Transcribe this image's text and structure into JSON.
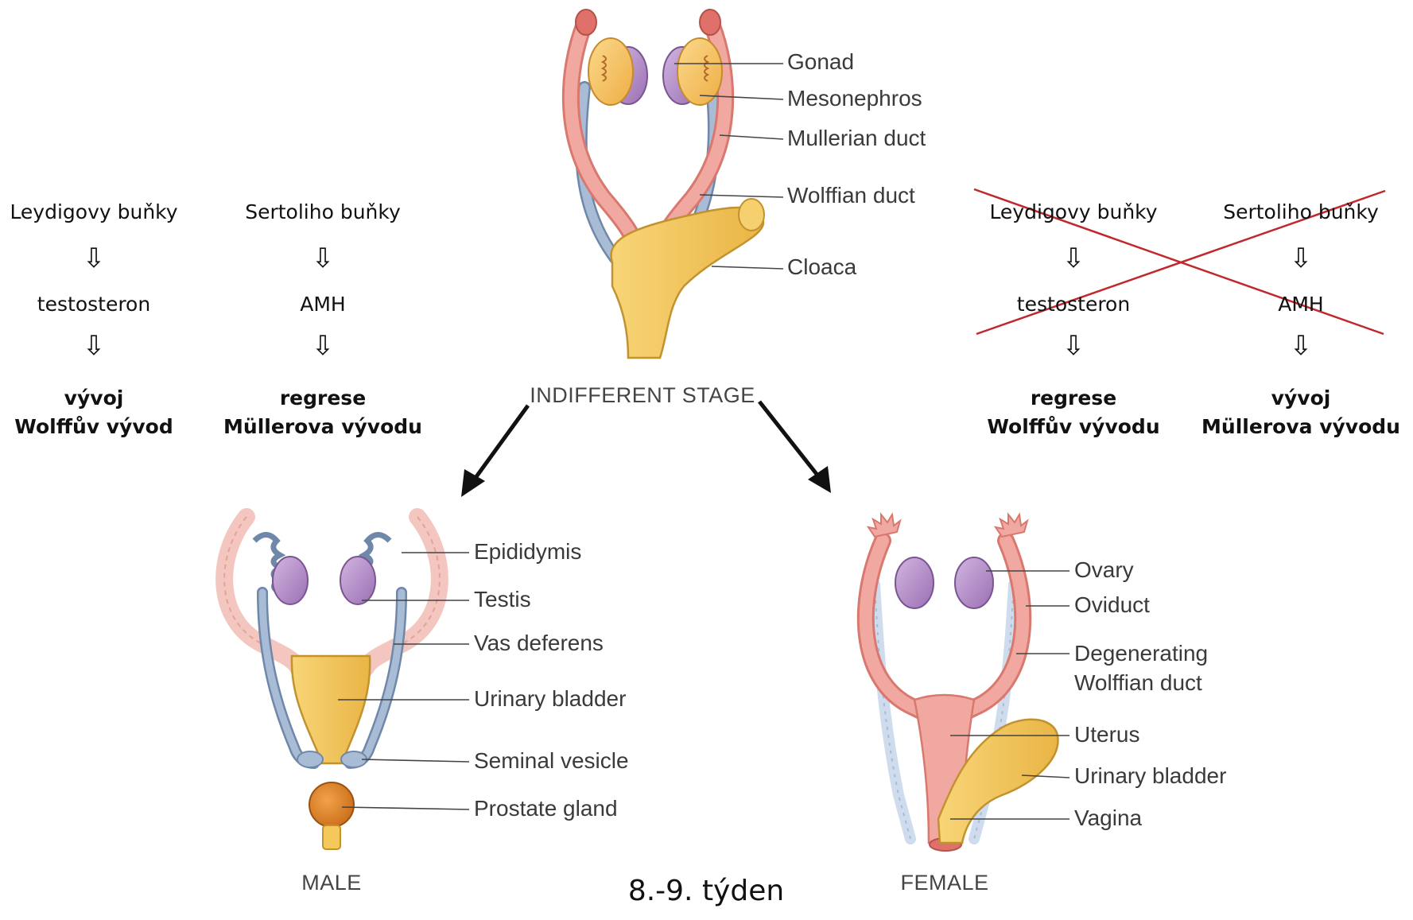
{
  "left_flow": {
    "col1": {
      "cell": "Leydigovy buňky",
      "hormone": "testosteron",
      "result_line1": "vývoj",
      "result_line2": "Wolffův vývod"
    },
    "col2": {
      "cell": "Sertoliho buňky",
      "hormone": "AMH",
      "result_line1": "regrese",
      "result_line2": "Müllerova vývodu"
    }
  },
  "right_flow": {
    "col1": {
      "cell": "Leydigovy buňky",
      "hormone": "testosteron",
      "result_line1": "regrese",
      "result_line2": "Wolffův vývodu"
    },
    "col2": {
      "cell": "Sertoliho buňky",
      "hormone": "AMH",
      "result_line1": "vývoj",
      "result_line2": "Müllerova vývodu"
    },
    "cross_color": "#c0282d"
  },
  "arrow_glyph": "⇩",
  "indifferent": {
    "title": "INDIFFERENT STAGE",
    "labels": [
      "Gonad",
      "Mesonephros",
      "Mullerian duct",
      "Wolffian duct",
      "Cloaca"
    ]
  },
  "male": {
    "title": "MALE",
    "labels": [
      "Epididymis",
      "Testis",
      "Vas deferens",
      "Urinary bladder",
      "Seminal vesicle",
      "Prostate gland"
    ]
  },
  "female": {
    "title": "FEMALE",
    "labels": [
      "Ovary",
      "Oviduct",
      "Degenerating",
      "Wolffian duct",
      "Uterus",
      "Urinary bladder",
      "Vagina"
    ]
  },
  "footer": {
    "week": "8.-9. týden"
  },
  "colors": {
    "duct_pink": "#f0a8a0",
    "duct_pink_dark": "#d9786e",
    "wolffian_blue": "#a9bcd6",
    "wolffian_blue_dark": "#6f88aa",
    "gonad_orange": "#f7c46a",
    "gonad_purple": "#b993c9",
    "bladder_yellow": "#f5c85c",
    "prostate_orange": "#e38a2a"
  }
}
